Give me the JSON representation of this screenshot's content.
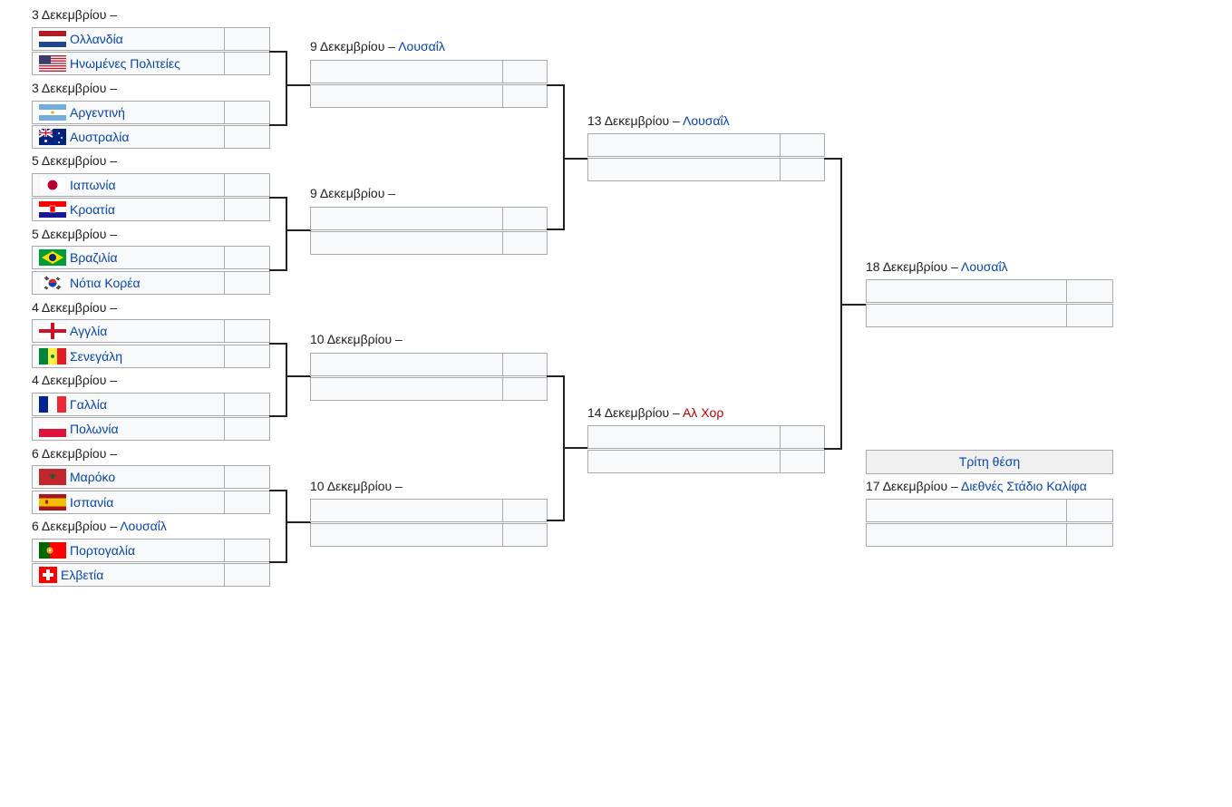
{
  "round_of_16": [
    {
      "date": "3 Δεκεμβρίου –",
      "venue": "",
      "team1": "Ολλανδία",
      "team2": "Ηνωμένες Πολιτείες",
      "flag1": "netherlands-flag",
      "flag2": "usa-flag"
    },
    {
      "date": "3 Δεκεμβρίου –",
      "venue": "",
      "team1": "Αργεντινή",
      "team2": "Αυστραλία",
      "flag1": "argentina-flag",
      "flag2": "australia-flag"
    },
    {
      "date": "5 Δεκεμβρίου –",
      "venue": "",
      "team1": "Ιαπωνία",
      "team2": "Κροατία",
      "flag1": "japan-flag",
      "flag2": "croatia-flag"
    },
    {
      "date": "5 Δεκεμβρίου –",
      "venue": "",
      "team1": "Βραζιλία",
      "team2": "Νότια Κορέα",
      "flag1": "brazil-flag",
      "flag2": "south-korea-flag"
    },
    {
      "date": "4 Δεκεμβρίου –",
      "venue": "",
      "team1": "Αγγλία",
      "team2": "Σενεγάλη",
      "flag1": "england-flag",
      "flag2": "senegal-flag"
    },
    {
      "date": "4 Δεκεμβρίου –",
      "venue": "",
      "team1": "Γαλλία",
      "team2": "Πολωνία",
      "flag1": "france-flag",
      "flag2": "poland-flag"
    },
    {
      "date": "6 Δεκεμβρίου –",
      "venue": "",
      "team1": "Μαρόκο",
      "team2": "Ισπανία",
      "flag1": "morocco-flag",
      "flag2": "spain-flag"
    },
    {
      "date": "6 Δεκεμβρίου –",
      "venue": "Λουσαΐλ",
      "team1": "Πορτογαλία",
      "team2": "Ελβετία",
      "flag1": "portugal-flag",
      "flag2": "switzerland-flag"
    }
  ],
  "quarterfinals": [
    {
      "date": "9 Δεκεμβρίου –",
      "venue": "Λουσαΐλ"
    },
    {
      "date": "9 Δεκεμβρίου –",
      "venue": ""
    },
    {
      "date": "10 Δεκεμβρίου –",
      "venue": ""
    },
    {
      "date": "10 Δεκεμβρίου –",
      "venue": ""
    }
  ],
  "semifinals": [
    {
      "date": "13 Δεκεμβρίου –",
      "venue": "Λουσαΐλ"
    },
    {
      "date": "14 Δεκεμβρίου –",
      "venue": "Αλ Χορ"
    }
  ],
  "final": {
    "date": "18 Δεκεμβρίου –",
    "venue": "Λουσαΐλ"
  },
  "third_place": {
    "title": "Τρίτη θέση",
    "date": "17 Δεκεμβρίου –",
    "venue": "Διεθνές Στάδιο Καλίφα"
  },
  "colors": {
    "link": "#0645ad",
    "redlink": "#ba0000",
    "cell_bg": "#f8f9fa",
    "border": "#aaaaaa",
    "line": "#202122"
  }
}
